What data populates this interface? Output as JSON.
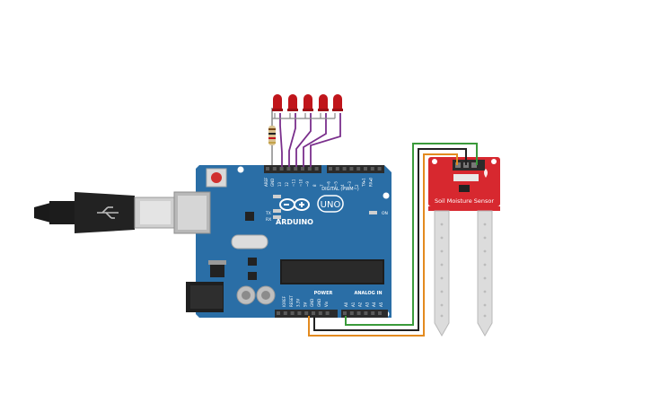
{
  "board": {
    "brand": "ARDUINO",
    "model": "UNO",
    "on_label": "ON",
    "tx_label": "TX",
    "rx_label": "RX",
    "digital_label": "DIGITAL (PWM~)",
    "power_label": "POWER",
    "analog_label": "ANALOG IN",
    "aref": "AREF",
    "gnd": "GND",
    "digital_pins": [
      "13",
      "12",
      "~11",
      "~10",
      "~9",
      "8",
      "7",
      "~6",
      "~5",
      "4",
      "~3",
      "2",
      "TX▸1",
      "RX◂0"
    ],
    "power_pins": [
      "IOREF",
      "RESET",
      "3.3V",
      "5V",
      "GND",
      "GND",
      "Vin"
    ],
    "analog_pins": [
      "A0",
      "A1",
      "A2",
      "A3",
      "A4",
      "A5"
    ]
  },
  "sensor": {
    "label": "Soil Moisture Sensor"
  },
  "colors": {
    "board": "#2a6ea6",
    "board_dark": "#1f5a8a",
    "sensor": "#d7282f",
    "led": "#c0151b",
    "wire_purple": "#7a2f8c",
    "wire_green": "#3a9a3a",
    "wire_orange": "#e38a1f",
    "wire_black": "#222222"
  },
  "icons": [
    "usb-icon",
    "arduino-infinity-icon"
  ]
}
